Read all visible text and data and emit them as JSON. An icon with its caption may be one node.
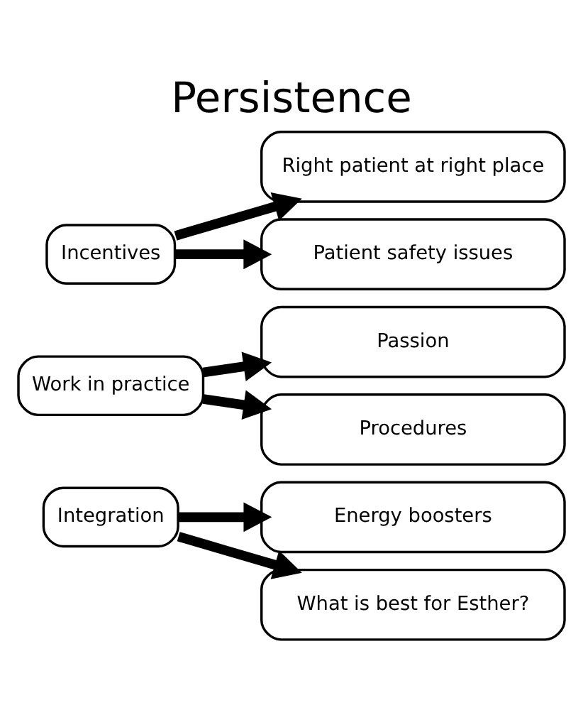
{
  "diagram": {
    "title": "Persistence",
    "nodes": [
      {
        "text": [
          "Incentives"
        ]
      },
      {
        "text": [
          "Right patient at right place"
        ]
      },
      {
        "text": [
          "Patient safety issues"
        ]
      },
      {
        "text": [
          "Work in practice"
        ]
      },
      {
        "text": [
          "Passion"
        ]
      },
      {
        "text": [
          "Procedures"
        ]
      },
      {
        "text": [
          "Integration"
        ]
      },
      {
        "text": [
          "Energy boosters"
        ]
      },
      {
        "text": [
          "What is best for Esther?"
        ]
      }
    ],
    "edges": [
      {
        "from": 0,
        "to": 1,
        "arrow": "to"
      },
      {
        "from": 0,
        "to": 2,
        "arrow": "to"
      },
      {
        "from": 3,
        "to": 4,
        "arrow": "to"
      },
      {
        "from": 3,
        "to": 5,
        "arrow": "to"
      },
      {
        "from": 6,
        "to": 7,
        "arrow": "to"
      },
      {
        "from": 6,
        "to": 8,
        "arrow": "to"
      }
    ]
  }
}
